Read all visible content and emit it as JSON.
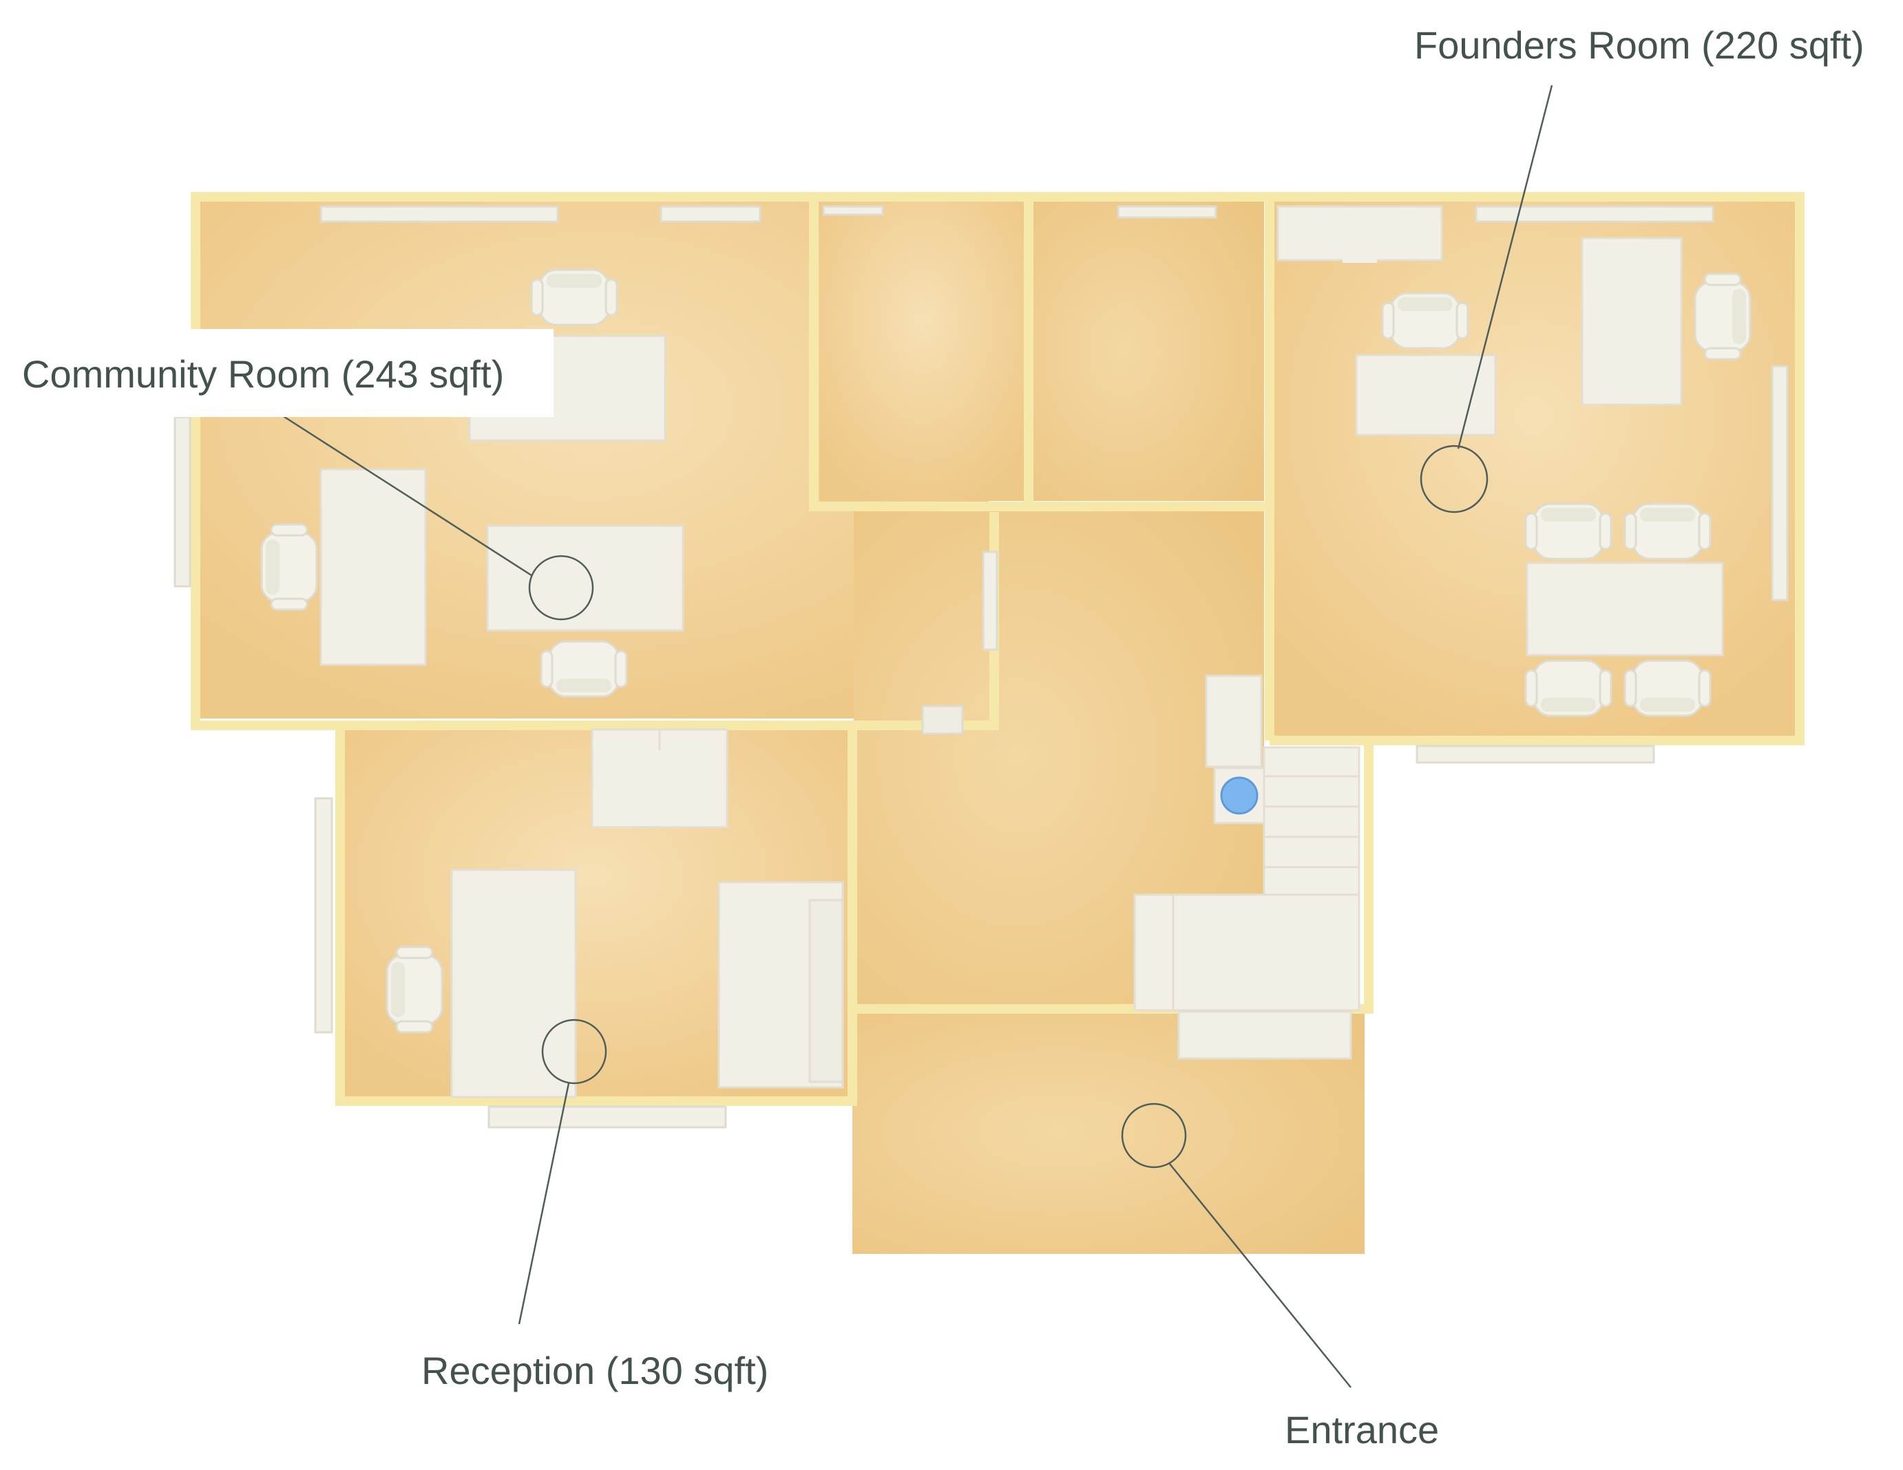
{
  "labels": {
    "community": "Community Room (243 sqft)",
    "founders": "Founders Room (220 sqft)",
    "reception": "Reception (130 sqft)",
    "entrance": "Entrance"
  },
  "colors": {
    "floor": "#f1cf8e",
    "floor_light": "#f6e0b4",
    "wall": "#f5e8a9",
    "furniture": "#f2f0e6",
    "furniture_edge": "#e2dfd2",
    "label_text": "#44524c",
    "leader_line": "#4f5e58",
    "water": "#7db6ee"
  },
  "icons": {
    "chair": "chair-icon",
    "water_cooler": "water-cooler-icon",
    "stairs": "stairs-icon"
  }
}
